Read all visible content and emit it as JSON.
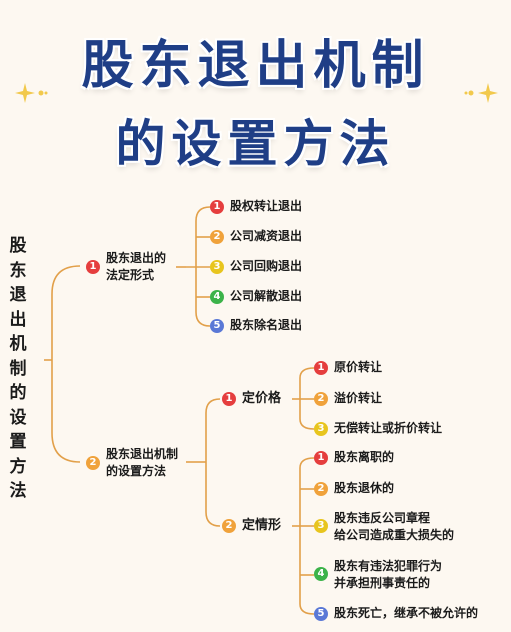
{
  "title": {
    "line1": "股东退出机制",
    "line2": "的设置方法"
  },
  "root": {
    "label": "股东退出机制的设置方法"
  },
  "colors": {
    "title": "#1f3e86",
    "line": "#e2a04a",
    "red": "#e53e3e",
    "orange": "#f0a23b",
    "yellow": "#e8c51e",
    "green": "#3cb34a",
    "blue": "#5a78d6"
  },
  "branch1": {
    "num": "1",
    "label_lines": [
      "股东退出的",
      "法定形式"
    ],
    "items": [
      {
        "num": "1",
        "label": "股权转让退出"
      },
      {
        "num": "2",
        "label": "公司减资退出"
      },
      {
        "num": "3",
        "label": "公司回购退出"
      },
      {
        "num": "4",
        "label": "公司解散退出"
      },
      {
        "num": "5",
        "label": "股东除名退出"
      }
    ]
  },
  "branch2": {
    "num": "2",
    "label_lines": [
      "股东退出机制",
      "的设置方法"
    ],
    "sub1": {
      "num": "1",
      "label": "定价格",
      "items": [
        {
          "num": "1",
          "label": "原价转让"
        },
        {
          "num": "2",
          "label": "溢价转让"
        },
        {
          "num": "3",
          "label": "无偿转让或折价转让"
        }
      ]
    },
    "sub2": {
      "num": "2",
      "label": "定情形",
      "items": [
        {
          "num": "1",
          "lines": [
            "股东离职的"
          ]
        },
        {
          "num": "2",
          "lines": [
            "股东退休的"
          ]
        },
        {
          "num": "3",
          "lines": [
            "股东违反公司章程",
            "给公司造成重大损失的"
          ]
        },
        {
          "num": "4",
          "lines": [
            "股东有违法犯罪行为",
            "并承担刑事责任的"
          ]
        },
        {
          "num": "5",
          "lines": [
            "股东死亡，继承不被允许的"
          ]
        }
      ]
    }
  }
}
